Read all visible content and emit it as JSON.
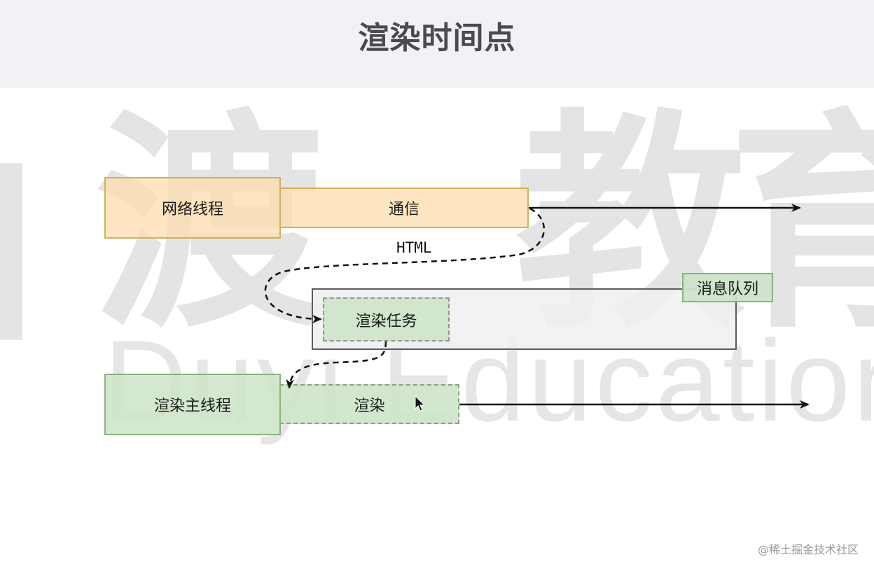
{
  "header": {
    "title": "渲染时间点"
  },
  "watermark": {
    "chinese_chars": [
      "渡",
      "教",
      "育"
    ],
    "english": "Duyi Education"
  },
  "diagram": {
    "network_thread": {
      "label": "网络线程",
      "color": "#ffdcaa",
      "border": "#d2b05a"
    },
    "communication": {
      "label": "通信"
    },
    "html_edge_label": "HTML",
    "message_queue": {
      "label": "消息队列"
    },
    "render_task": {
      "label": "渲染任务"
    },
    "render_main_thread": {
      "label": "渲染主线程",
      "color": "#cde4c8",
      "border": "#8cb27f"
    },
    "render": {
      "label": "渲染"
    },
    "edges": [
      {
        "from": "通信",
        "to": "渲染任务",
        "label": "HTML",
        "style": "dashed"
      },
      {
        "from": "渲染任务",
        "to": "渲染",
        "style": "dashed"
      }
    ],
    "timelines": [
      {
        "name": "network-timeline",
        "style": "solid-arrow"
      },
      {
        "name": "render-timeline",
        "style": "solid-arrow"
      }
    ]
  },
  "footer": {
    "credit": "@稀土掘金技术社区"
  }
}
